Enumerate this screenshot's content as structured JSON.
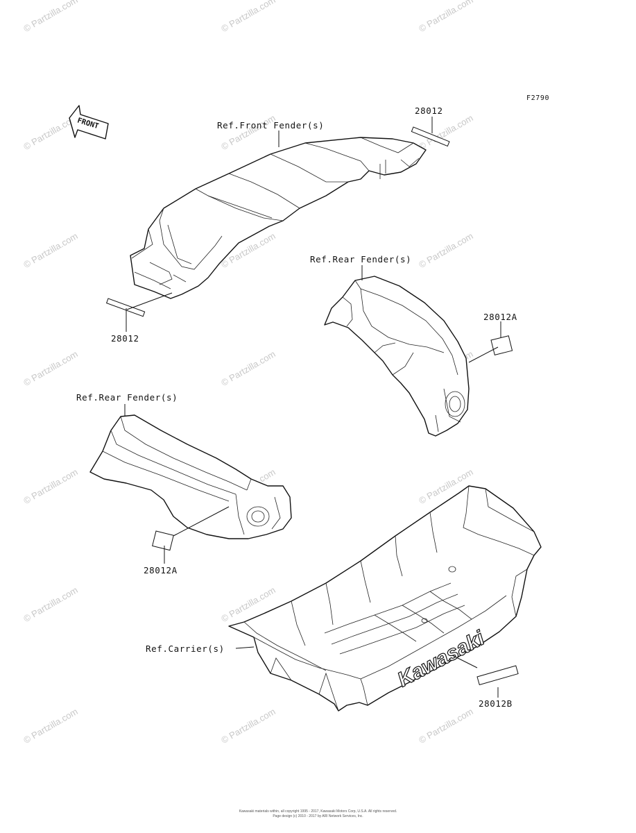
{
  "diagram": {
    "figure_code": "F2790",
    "front_label": "FRONT",
    "callouts": {
      "front_fender_ref": "Ref.Front Fender(s)",
      "rear_fender_ref_right": "Ref.Rear Fender(s)",
      "rear_fender_ref_left": "Ref.Rear Fender(s)",
      "carrier_ref": "Ref.Carrier(s)",
      "part_28012_top": "28012",
      "part_28012_left": "28012",
      "part_28012a_right": "28012A",
      "part_28012a_left": "28012A",
      "part_28012b": "28012B"
    },
    "carrier_brand_text": "Kawasaki"
  },
  "watermark": {
    "text": "© Partzilla.com"
  },
  "footer": {
    "copyright_line1": "Kawasaki materials within, all copyright 1995 - 2017, Kawasaki Motors Corp, U.S.A. All rights reserved.",
    "copyright_line2": "Page design (c) 2010 - 2017 by ARI Network Services, Inc."
  }
}
